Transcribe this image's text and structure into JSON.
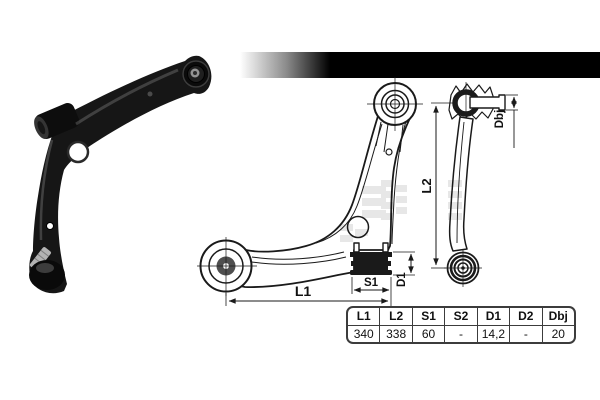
{
  "front_view": {
    "label_l1": "L1",
    "label_s1": "S1",
    "label_d1": "D1"
  },
  "side_view": {
    "label_l2": "L2",
    "label_dbj": "Dbj"
  },
  "table": {
    "headers": [
      "L1",
      "L2",
      "S1",
      "S2",
      "D1",
      "D2",
      "Dbj"
    ],
    "values": [
      "340",
      "338",
      "60",
      "-",
      "14,2",
      "-",
      "20"
    ]
  },
  "colors": {
    "line": "#1a1a1a",
    "table_border": "#3c3c3c",
    "part_black": "#151515",
    "watermark_gray": "#d9d9d9",
    "banner_black": "#000000"
  }
}
